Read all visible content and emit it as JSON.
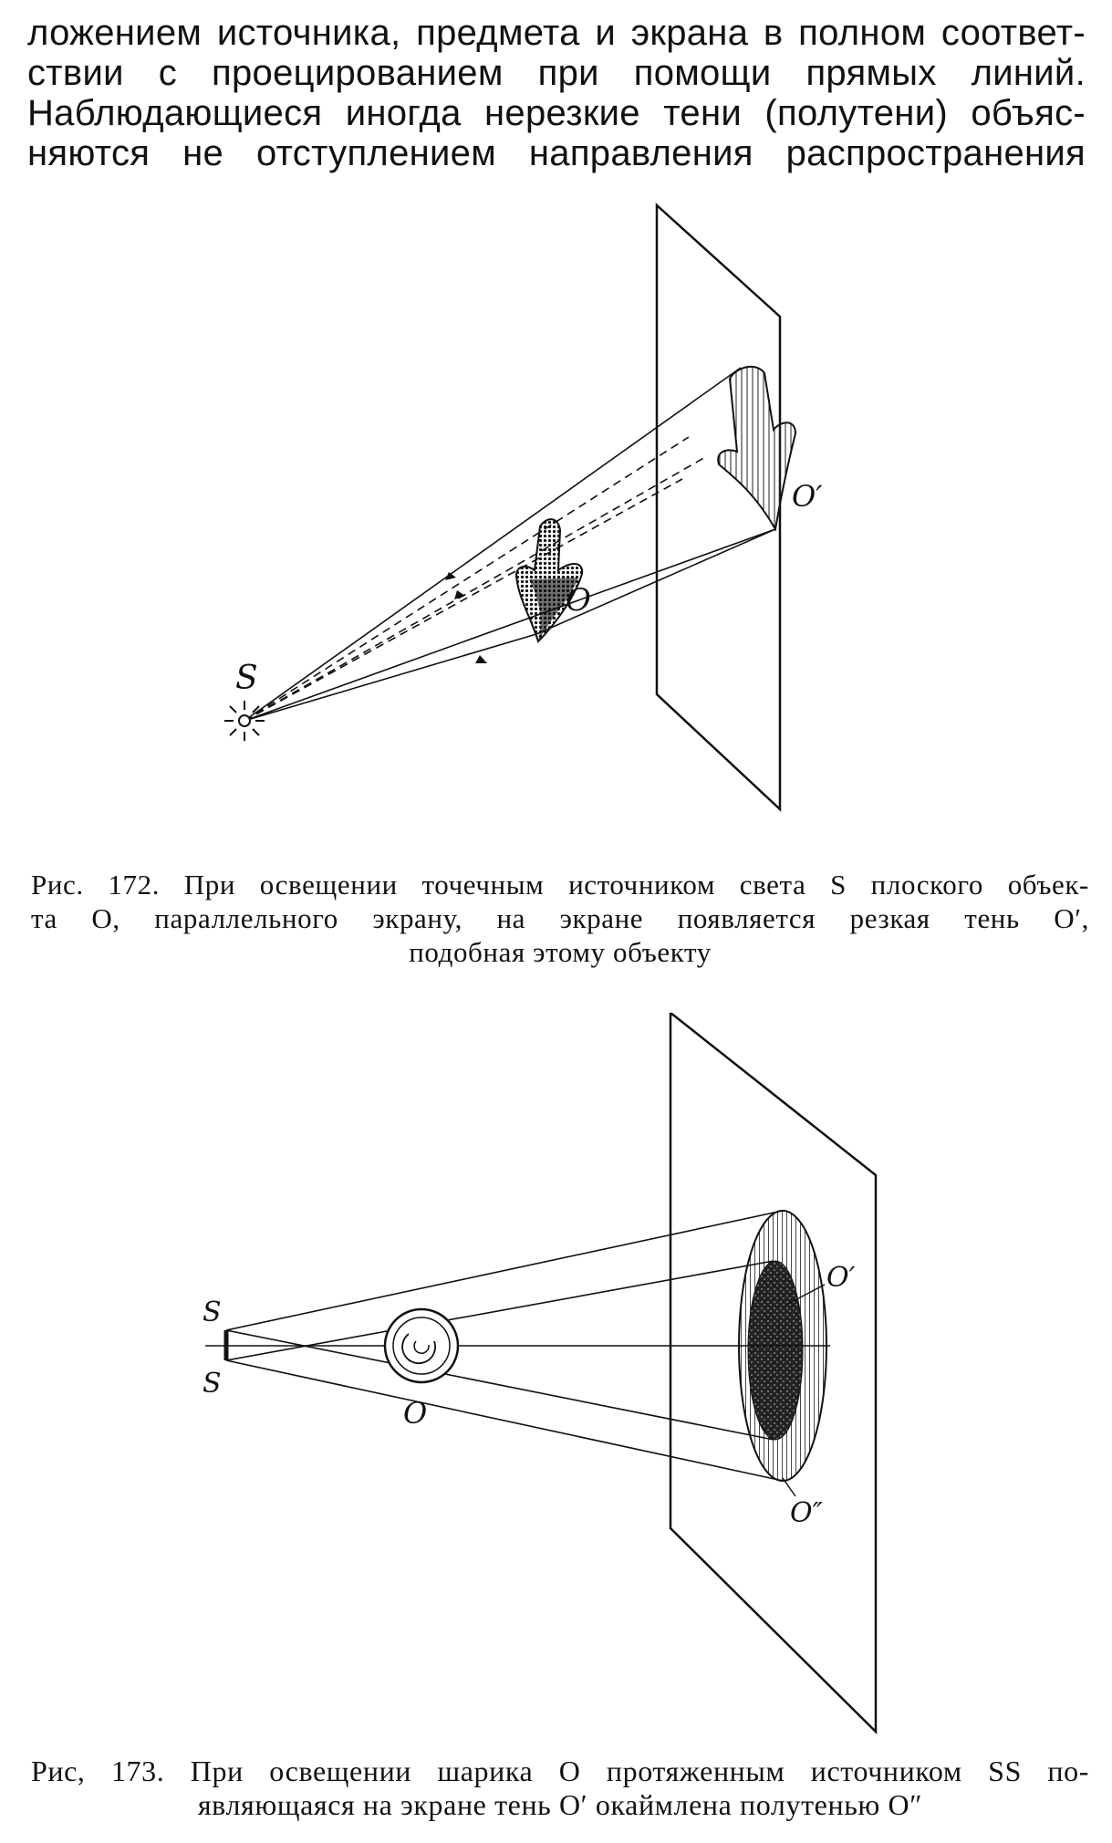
{
  "body_text": {
    "lines": [
      "ложением источника, предмета и экрана в полном соответ-",
      "ствии с проецированием при помощи прямых линий.",
      "Наблюдающиеся иногда нерезкие тени (полутени) объяс-",
      "няются не отступлением направления распространения"
    ]
  },
  "figure172": {
    "labels": {
      "source": "S",
      "object": "O",
      "shadow": "O′"
    },
    "caption": {
      "lines": [
        "Рис. 172. При освещении точечным источником света S плоского объек-",
        "та O, параллельного экрану, на экране появляется резкая тень O′,",
        "подобная этому объекту"
      ]
    }
  },
  "figure173": {
    "labels": {
      "source_top": "S",
      "source_bottom": "S",
      "object": "O",
      "shadow": "O′",
      "penumbra": "O″"
    },
    "caption": {
      "lines": [
        "Рис, 173. При освещении шарика O протяженным источником SS по-",
        "являющаяся на экране тень O′ окаймлена полутенью O″"
      ]
    }
  }
}
